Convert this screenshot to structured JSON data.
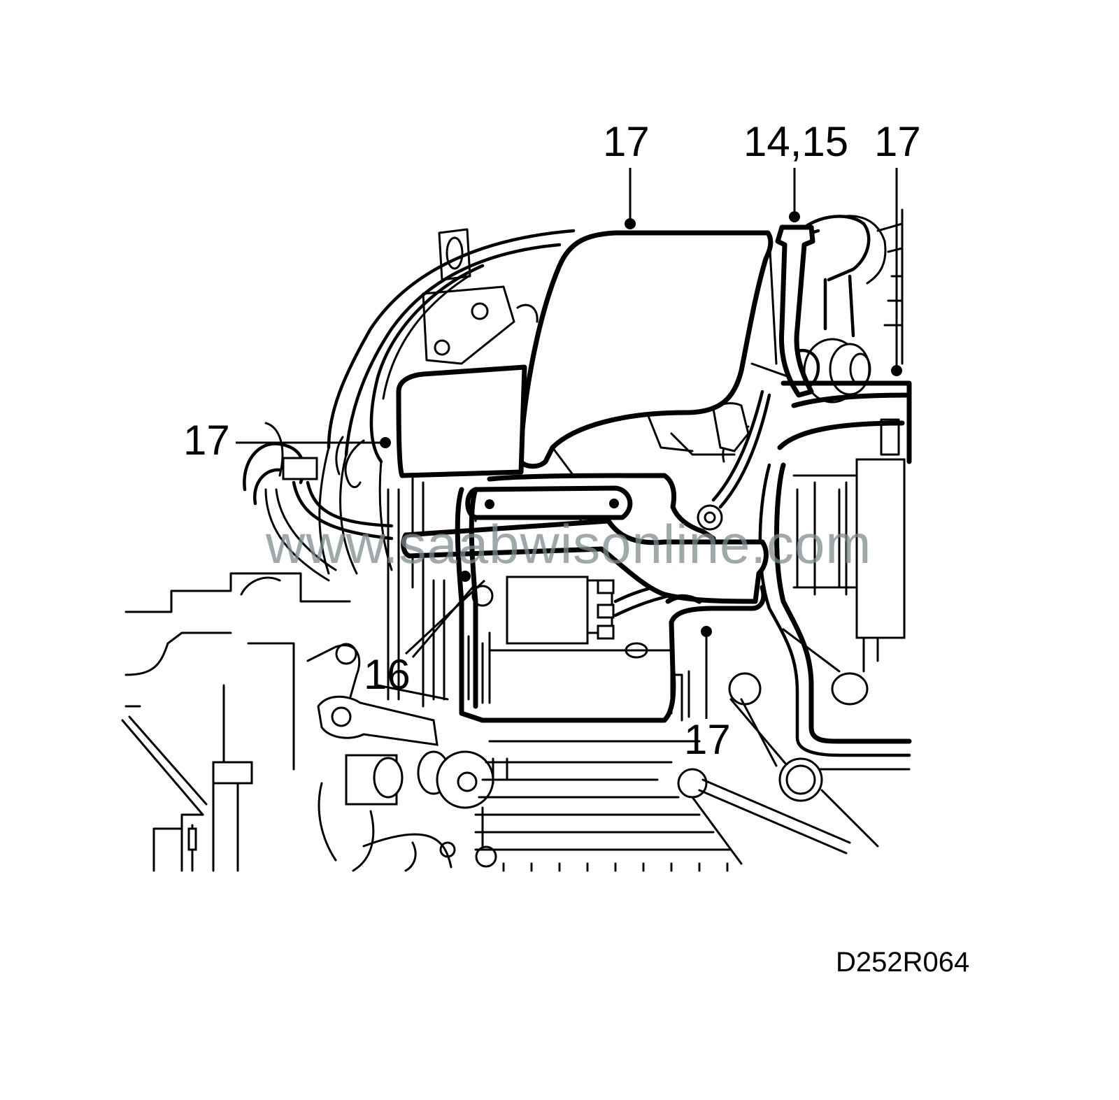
{
  "callouts": [
    {
      "id": "17-top",
      "text": "17"
    },
    {
      "id": "14-15",
      "text": "14,15"
    },
    {
      "id": "17-right",
      "text": "17"
    },
    {
      "id": "17-left",
      "text": "17"
    },
    {
      "id": "16",
      "text": "16"
    },
    {
      "id": "17-bottom",
      "text": "17"
    }
  ],
  "watermark": "www.saabwisonline.com",
  "figure_code": "D252R064"
}
